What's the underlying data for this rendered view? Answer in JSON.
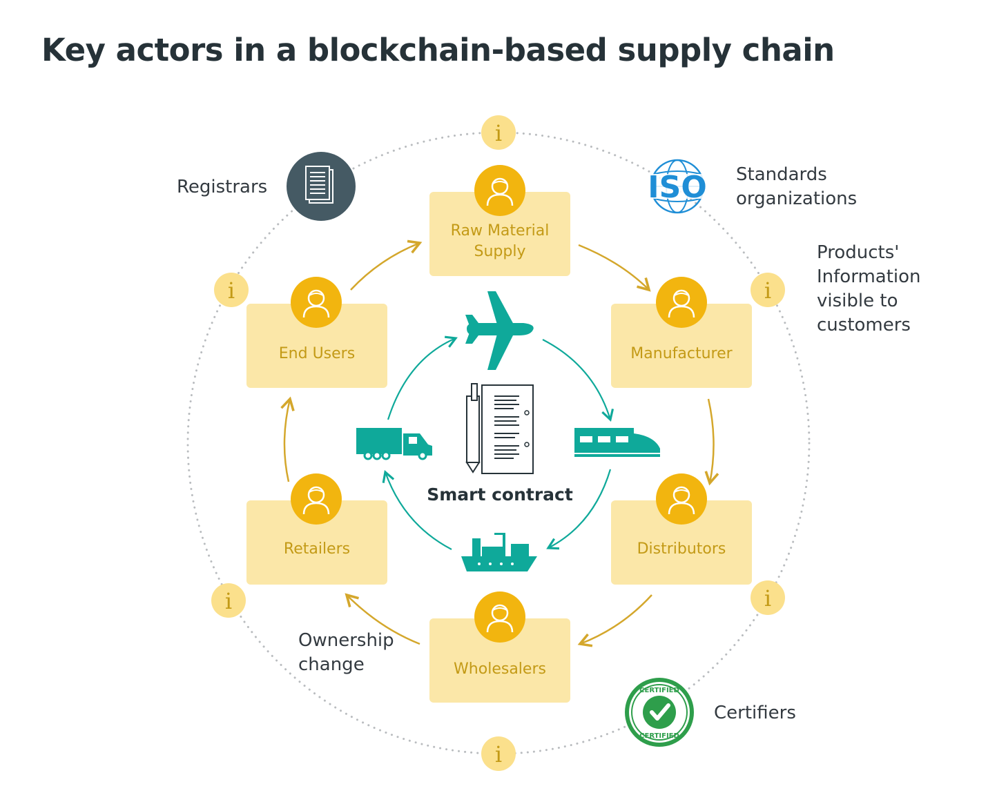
{
  "title": "Key actors in a blockchain-based supply chain",
  "center_label": "Smart contract",
  "actors": [
    {
      "label_line1": "Raw Material",
      "label_line2": "Supply"
    },
    {
      "label_line1": "Manufacturer",
      "label_line2": ""
    },
    {
      "label_line1": "Distributors",
      "label_line2": ""
    },
    {
      "label_line1": "Wholesalers",
      "label_line2": ""
    },
    {
      "label_line1": "Retailers",
      "label_line2": ""
    },
    {
      "label_line1": "End Users",
      "label_line2": ""
    }
  ],
  "outer_labels": {
    "registrars": "Registrars",
    "standards_line1": "Standards",
    "standards_line2": "organizations",
    "products_line1": "Products'",
    "products_line2": "Information",
    "products_line3": "visible to",
    "products_line4": "customers",
    "ownership_line1": "Ownership",
    "ownership_line2": "change",
    "certifiers": "Certifiers"
  },
  "info_symbol": "i",
  "iso_text": "ISO",
  "certified_text": "CERTIFIED",
  "colors": {
    "title": "#263238",
    "box_fill": "#fbe7a8",
    "box_text": "#c39a16",
    "person_circle": "#f2b50f",
    "info_circle": "#fbe08c",
    "arrow_gold": "#d4a72c",
    "teal": "#0fa99a",
    "dots": "#b9bcbf",
    "registrar_circle": "#455a64",
    "iso_blue": "#1f8ed6",
    "certified_green": "#2e9e4b"
  },
  "icons": [
    "person-icon",
    "info-icon",
    "document-icon",
    "iso-logo-icon",
    "certified-badge-icon",
    "airplane-icon",
    "train-icon",
    "ship-icon",
    "truck-icon",
    "contract-icon",
    "pen-icon"
  ]
}
